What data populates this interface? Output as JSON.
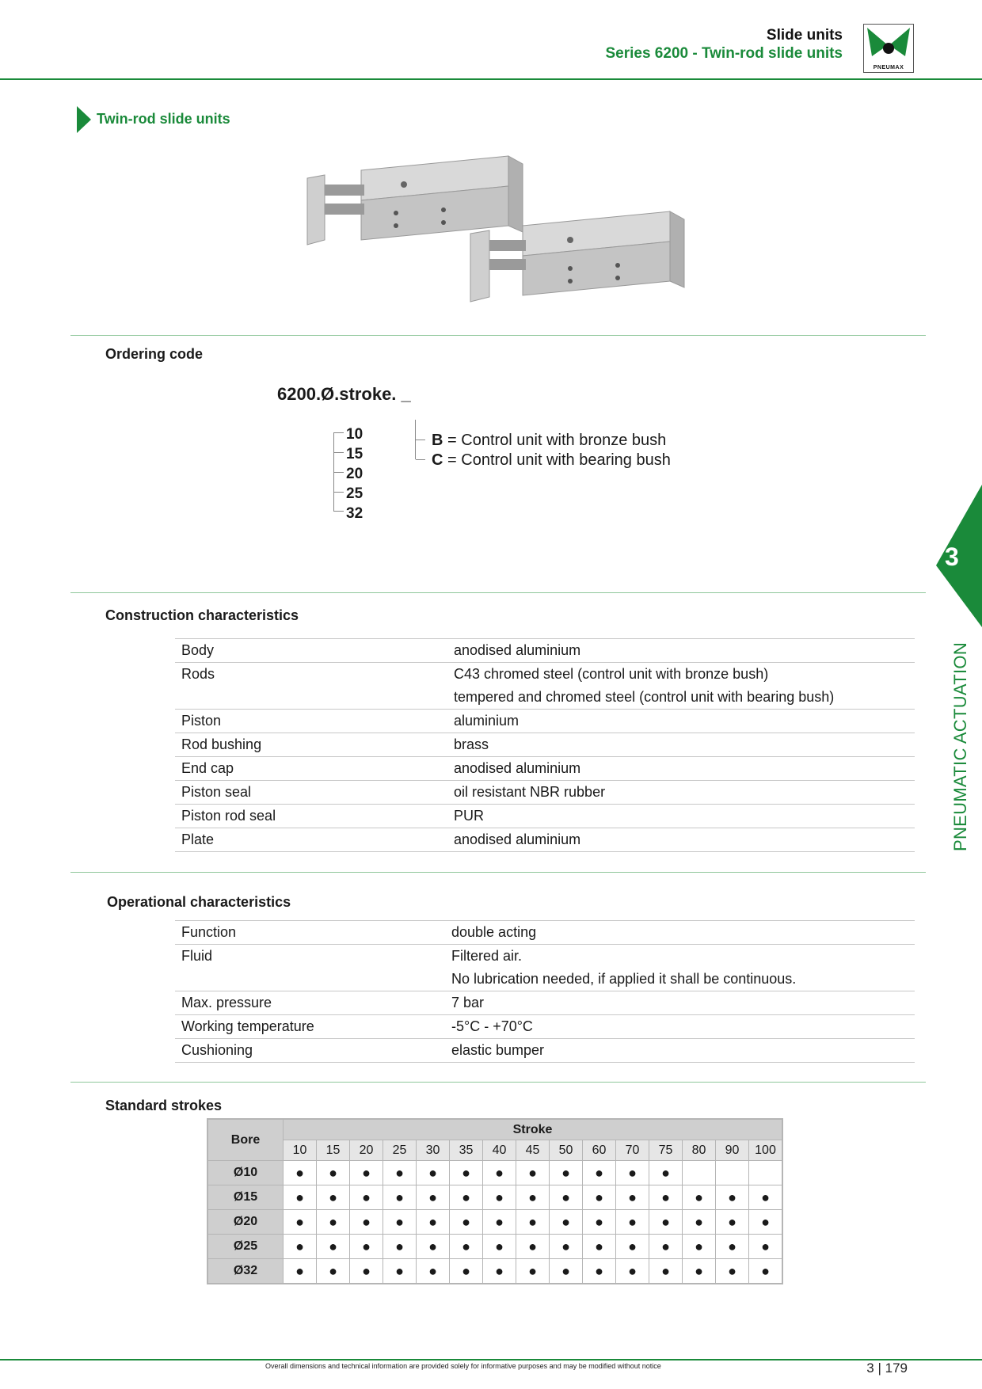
{
  "header": {
    "title": "Slide units",
    "subtitle": "Series 6200 - Twin-rod slide units",
    "logo_text": "PNEUMAX"
  },
  "section": {
    "title": "Twin-rod slide units"
  },
  "ordering": {
    "heading": "Ordering code",
    "code": "6200.Ø.stroke. _",
    "bores": [
      "10",
      "15",
      "20",
      "25",
      "32"
    ],
    "options": [
      {
        "key": "B",
        "text": "= Control unit with bronze bush"
      },
      {
        "key": "C",
        "text": "= Control unit with bearing bush"
      }
    ]
  },
  "construction": {
    "heading": "Construction characteristics",
    "rows": [
      {
        "label": "Body",
        "value": "anodised aluminium"
      },
      {
        "label": "Rods",
        "value": "C43 chromed steel (control unit with bronze bush)"
      },
      {
        "label": "",
        "value": "tempered and chromed steel (control unit with bearing bush)"
      },
      {
        "label": "Piston",
        "value": "aluminium"
      },
      {
        "label": "Rod bushing",
        "value": "brass"
      },
      {
        "label": "End cap",
        "value": "anodised aluminium"
      },
      {
        "label": "Piston seal",
        "value": "oil resistant NBR rubber"
      },
      {
        "label": "Piston rod seal",
        "value": "PUR"
      },
      {
        "label": "Plate",
        "value": "anodised aluminium"
      }
    ]
  },
  "operational": {
    "heading": "Operational characteristics",
    "rows": [
      {
        "label": "Function",
        "value": "double acting"
      },
      {
        "label": "Fluid",
        "value": "Filtered air."
      },
      {
        "label": "",
        "value": "No lubrication needed, if applied it shall be continuous."
      },
      {
        "label": "Max. pressure",
        "value": "7 bar"
      },
      {
        "label": "Working temperature",
        "value": "-5°C - +70°C"
      },
      {
        "label": "Cushioning",
        "value": "elastic bumper"
      }
    ]
  },
  "strokes": {
    "heading": "Standard strokes",
    "bore_label": "Bore",
    "stroke_label": "Stroke",
    "stroke_values": [
      "10",
      "15",
      "20",
      "25",
      "30",
      "35",
      "40",
      "45",
      "50",
      "60",
      "70",
      "75",
      "80",
      "90",
      "100"
    ],
    "rows": [
      {
        "bore": "Ø10",
        "available": [
          1,
          1,
          1,
          1,
          1,
          1,
          1,
          1,
          1,
          1,
          1,
          1,
          0,
          0,
          0
        ]
      },
      {
        "bore": "Ø15",
        "available": [
          1,
          1,
          1,
          1,
          1,
          1,
          1,
          1,
          1,
          1,
          1,
          1,
          1,
          1,
          1
        ]
      },
      {
        "bore": "Ø20",
        "available": [
          1,
          1,
          1,
          1,
          1,
          1,
          1,
          1,
          1,
          1,
          1,
          1,
          1,
          1,
          1
        ]
      },
      {
        "bore": "Ø25",
        "available": [
          1,
          1,
          1,
          1,
          1,
          1,
          1,
          1,
          1,
          1,
          1,
          1,
          1,
          1,
          1
        ]
      },
      {
        "bore": "Ø32",
        "available": [
          1,
          1,
          1,
          1,
          1,
          1,
          1,
          1,
          1,
          1,
          1,
          1,
          1,
          1,
          1
        ]
      }
    ],
    "dot": "●"
  },
  "side_tab": {
    "number": "3",
    "label": "PNEUMATIC ACTUATION"
  },
  "footer": {
    "note": "Overall dimensions and technical information are provided solely for informative purposes and may be modified without notice",
    "chapter": "3",
    "page": "179"
  },
  "colors": {
    "accent": "#1a8a3a"
  }
}
